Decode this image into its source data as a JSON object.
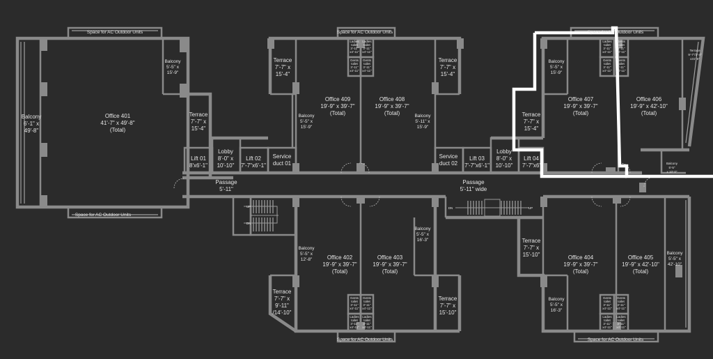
{
  "ac_labels": [
    "Space for AC Outdoor Units",
    "Space for AC Outdoor Units",
    "Space for AC Outdoor Units",
    "Space for AC Outdoor Units",
    "Space for AC Outdoor Units",
    "Space for AC Outdoor Units"
  ],
  "rooms": {
    "office401": [
      "Office 401",
      "41'-7\" x 49'-8\"",
      "(Total)"
    ],
    "balcony401": [
      "Balcony",
      "6'-1\" x",
      "49'-8\""
    ],
    "balcony401b": [
      "Balcony",
      "5'-5\" x",
      "15'-9\""
    ],
    "terrace401": [
      "Terrace",
      "7'-7\" x",
      "15'-4\""
    ],
    "lift01": [
      "Lift 01",
      "8'x6'-1\""
    ],
    "lobby1": [
      "Lobby",
      "8'-0\" x",
      "10'-10\""
    ],
    "lift02": [
      "Lift 02",
      "7'-7\"x6'-1\""
    ],
    "service01": [
      "Service",
      "duct 01"
    ],
    "passage1": [
      "Passage",
      "5'-11\""
    ],
    "terrace409": [
      "Terrace",
      "7'-7\" x",
      "15'-4\""
    ],
    "balcony409": [
      "Balcony",
      "5'-5\" x",
      "15'-9\""
    ],
    "office409": [
      "Office 409",
      "19'-9\" x 39'-7\"",
      "(Total)"
    ],
    "office408": [
      "Office 408",
      "19'-9\" x 39'-7\"",
      "(Total)"
    ],
    "balcony408": [
      "Balcony",
      "5'-11\" x",
      "15'-9\""
    ],
    "terrace408": [
      "Terrace",
      "7'-7\" x",
      "15'-4\""
    ],
    "service02": [
      "Service",
      "duct 02"
    ],
    "lift03": [
      "Lift 03",
      "7'-7\"x6'-1\""
    ],
    "lobby2": [
      "Lobby",
      "8'-0\" x",
      "10'-10\""
    ],
    "lift04": [
      "Lift 04",
      "7'-7\"x6'"
    ],
    "passage2": [
      "Passage",
      "5'-11\" wide"
    ],
    "terrace407": [
      "Terrace",
      "7'-7\" x",
      "15'-4\""
    ],
    "balcony407": [
      "Balcony",
      "5'-5\" x",
      "15'-9\""
    ],
    "office407": [
      "Office 407",
      "19'-9\" x 39'-7\"",
      "(Total)"
    ],
    "office406": [
      "Office 406",
      "19'-9\" x 42'-10\"",
      "(Total)"
    ],
    "terrace406": [
      "Terrace",
      "9'-7\"/3'-4\"",
      "x31'-6\""
    ],
    "balcony406": [
      "Balcony",
      "5'-5\"",
      "x 10'-0\""
    ],
    "balcony402": [
      "Balcony",
      "5'-5\" x",
      "12'-8\""
    ],
    "office402": [
      "Office 402",
      "19'-9\" x 39'-7\"",
      "(Total)"
    ],
    "terrace402": [
      "Terrace",
      "7'-7\" x",
      "9'-11\"",
      "/14'-10\""
    ],
    "office403": [
      "Office 403",
      "19'-9\" x 39'-7\"",
      "(Total)"
    ],
    "balcony403": [
      "Balcony",
      "5'-5\" x",
      "16'-3\""
    ],
    "terrace403": [
      "Terrace",
      "7'-7\" x",
      "15'-10\""
    ],
    "terrace404": [
      "Terrace",
      "7'-7\" x",
      "15'-10\""
    ],
    "balcony404": [
      "Balcony",
      "5'-5\" x",
      "16'-3\""
    ],
    "office404": [
      "Office 404",
      "19'-9\" x 39'-7\"",
      "(Total)"
    ],
    "office405": [
      "Office 405",
      "19'-9\" x 42'-10\"",
      "(Total)"
    ],
    "balcony405": [
      "Balcony",
      "5'-5\" x",
      "42'-10\""
    ]
  },
  "toilets": {
    "ladies": [
      "Ladies",
      "toilet",
      "3'-11\"",
      "x4'-11\""
    ],
    "gents": [
      "Gents",
      "toilet",
      "3'-11\"",
      "x4'-11\""
    ]
  },
  "stair_labels": {
    "up": "UP",
    "dn": "DN"
  },
  "colors": {
    "background": "#2b2b2b",
    "wall": "#8a8a8a",
    "text": "#e6e6e6",
    "highlight": "#ffffff"
  }
}
